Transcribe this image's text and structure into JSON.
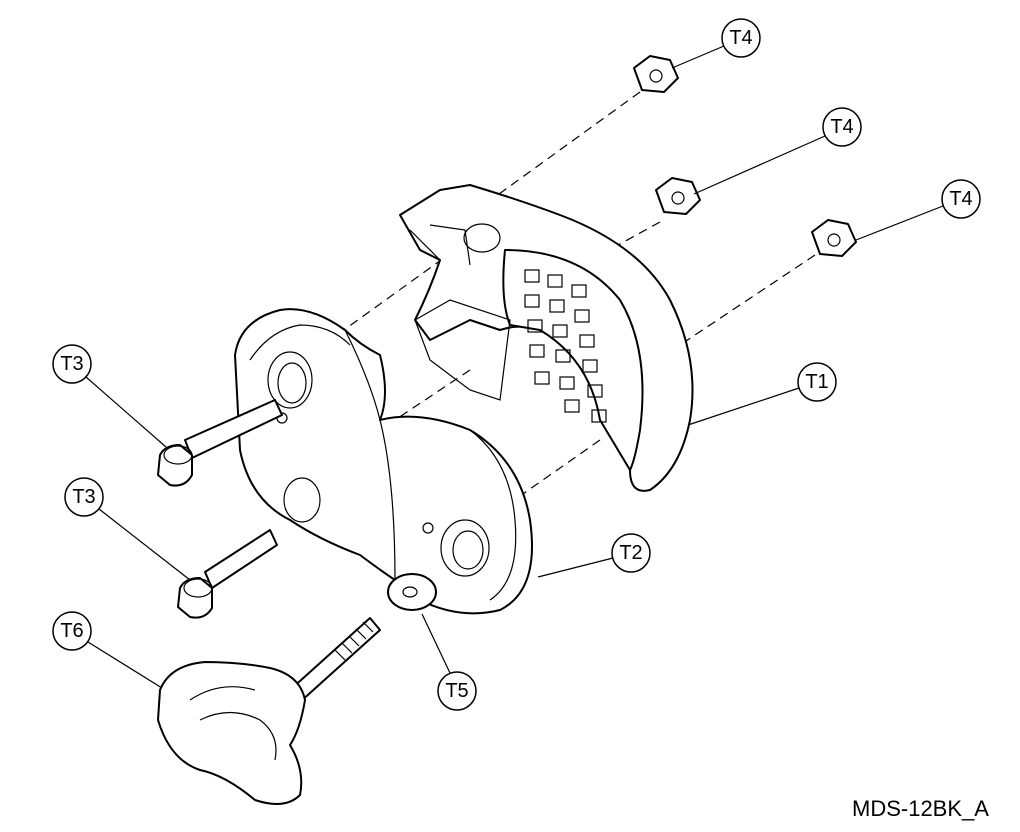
{
  "drawing": {
    "drawing_code": "MDS-12BK_A",
    "callouts": [
      {
        "id": "t4-top",
        "label": "T4",
        "part": "hex-nut"
      },
      {
        "id": "t4-middle",
        "label": "T4",
        "part": "hex-nut"
      },
      {
        "id": "t4-right",
        "label": "T4",
        "part": "hex-nut"
      },
      {
        "id": "t1",
        "label": "T1",
        "part": "front-clamp-jaw"
      },
      {
        "id": "t2",
        "label": "T2",
        "part": "rear-clamp-body"
      },
      {
        "id": "t3-upper",
        "label": "T3",
        "part": "pin-bolt"
      },
      {
        "id": "t3-lower",
        "label": "T3",
        "part": "pin-bolt"
      },
      {
        "id": "t6",
        "label": "T6",
        "part": "knob-screw"
      },
      {
        "id": "t5",
        "label": "T5",
        "part": "washer"
      }
    ]
  }
}
